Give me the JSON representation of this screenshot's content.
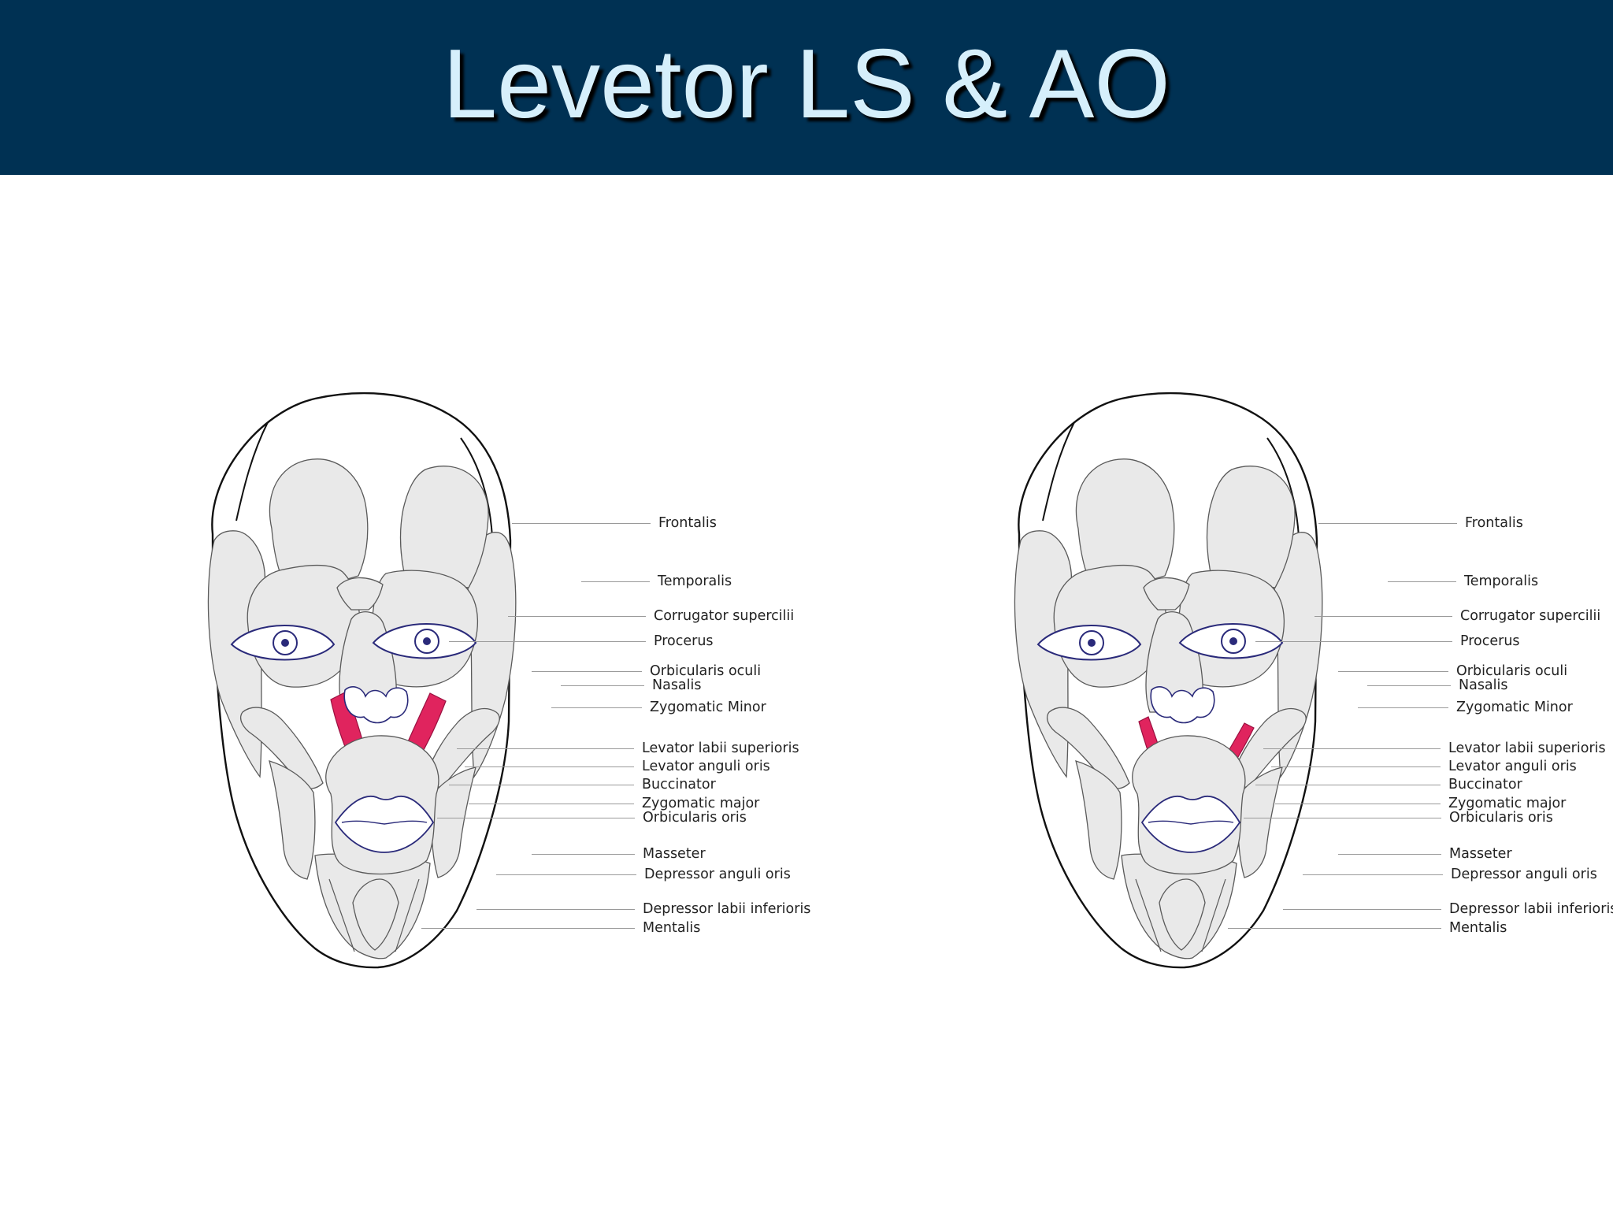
{
  "slide": {
    "title": "Levetor LS & AO"
  },
  "colors": {
    "header_background": "#003153",
    "title_text": "#d6effb",
    "muscle_fill": "#e9e9e9",
    "highlight_muscle": "#e0245e",
    "eye_lines": "#2a2a7a"
  },
  "diagrams": [
    {
      "highlighted_muscles": [
        "Levator labii superioris"
      ],
      "labels": [
        "Frontalis",
        "Temporalis",
        "Corrugator supercilii",
        "Procerus",
        "Orbicularis oculi",
        "Nasalis",
        "Zygomatic Minor",
        "Levator labii superioris",
        "Levator anguli oris",
        "Buccinator",
        "Zygomatic major",
        "Orbicularis oris",
        "Masseter",
        "Depressor anguli oris",
        "Depressor labii inferioris",
        "Mentalis"
      ]
    },
    {
      "highlighted_muscles": [
        "Levator anguli oris"
      ],
      "labels": [
        "Frontalis",
        "Temporalis",
        "Corrugator supercilii",
        "Procerus",
        "Orbicularis oculi",
        "Nasalis",
        "Zygomatic Minor",
        "Levator labii superioris",
        "Levator anguli oris",
        "Buccinator",
        "Zygomatic major",
        "Orbicularis oris",
        "Masseter",
        "Depressor anguli oris",
        "Depressor labii inferioris",
        "Mentalis"
      ]
    }
  ]
}
